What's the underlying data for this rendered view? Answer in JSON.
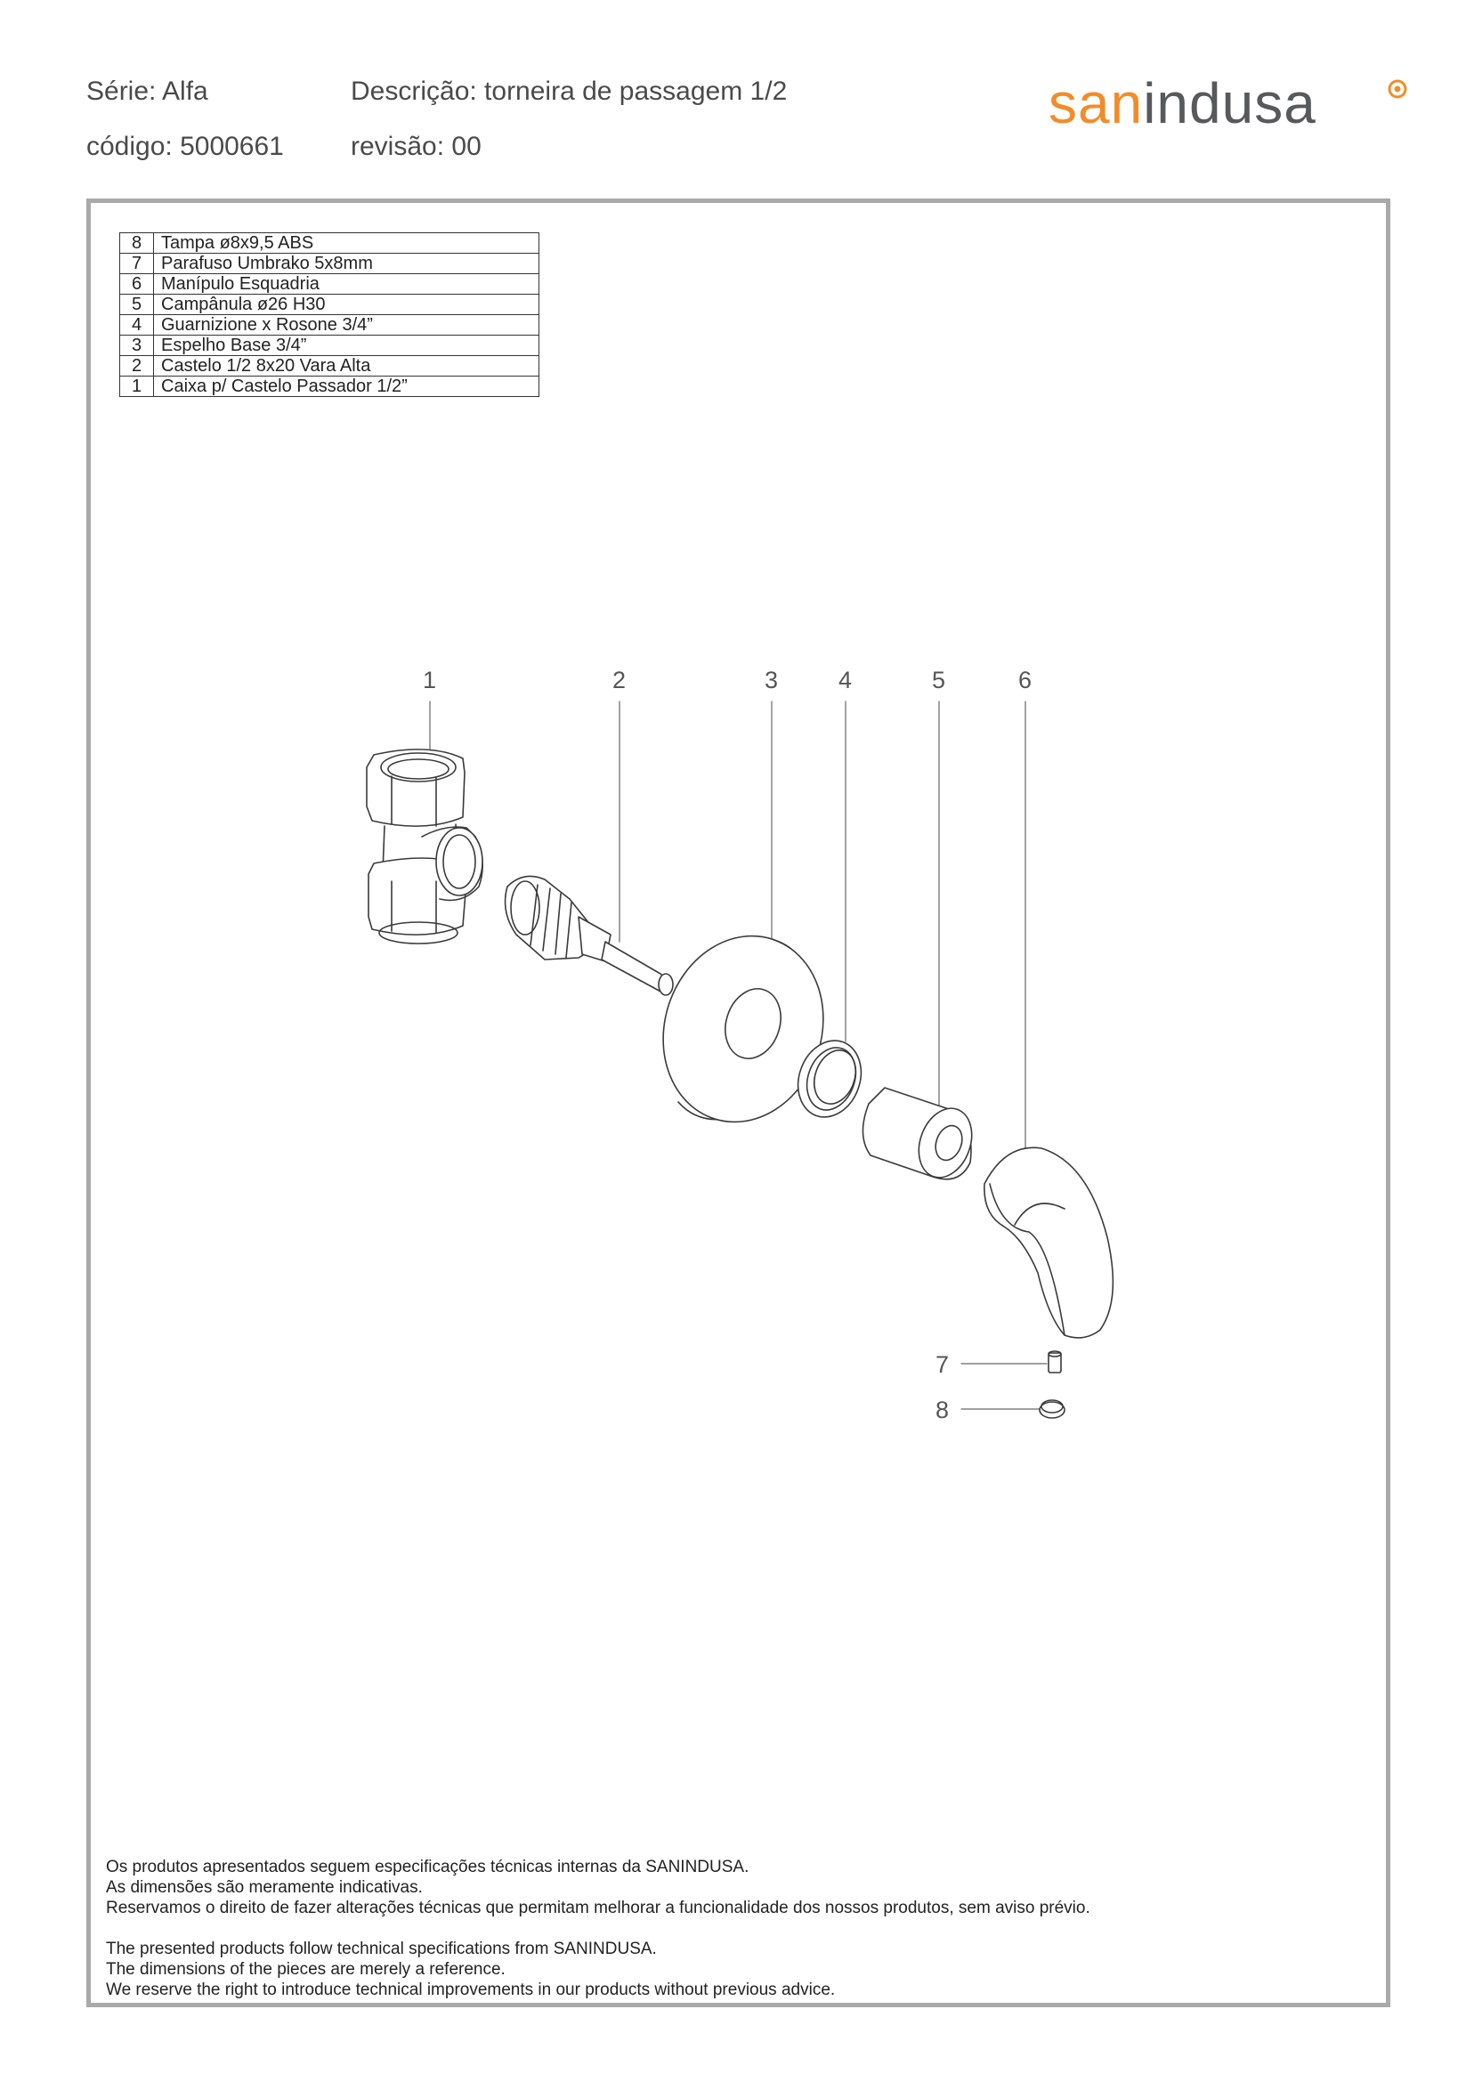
{
  "header": {
    "serie": "Série: Alfa",
    "descricao": "Descrição: torneira de passagem 1/2",
    "codigo": "código: 5000661",
    "revisao": "revisão: 00"
  },
  "brand": {
    "logo_part1": "san",
    "logo_part2": "indusa",
    "color_orange": "#f28c28",
    "color_grey": "#58595b"
  },
  "parts": [
    {
      "num": "8",
      "desc": "Tampa ø8x9,5 ABS"
    },
    {
      "num": "7",
      "desc": "Parafuso Umbrako 5x8mm"
    },
    {
      "num": "6",
      "desc": "Manípulo Esquadria"
    },
    {
      "num": "5",
      "desc": "Campânula ø26 H30"
    },
    {
      "num": "4",
      "desc": "Guarnizione x Rosone  3/4”"
    },
    {
      "num": "3",
      "desc": "Espelho Base 3/4”"
    },
    {
      "num": "2",
      "desc": "Castelo 1/2 8x20 Vara Alta"
    },
    {
      "num": "1",
      "desc": "Caixa p/ Castelo Passador 1/2”"
    }
  ],
  "callouts": {
    "c1": "1",
    "c2": "2",
    "c3": "3",
    "c4": "4",
    "c5": "5",
    "c6": "6",
    "c7": "7",
    "c8": "8"
  },
  "notes": {
    "pt1": "Os produtos apresentados seguem especificações técnicas internas da SANINDUSA.",
    "pt2": "As dimensões são meramente indicativas.",
    "pt3": "Reservamos o direito de fazer alterações técnicas que permitam melhorar a funcionalidade dos nossos produtos, sem aviso prévio.",
    "en1": "The presented products follow technical specifications from SANINDUSA.",
    "en2": "The dimensions of the pieces are merely a reference.",
    "en3": "We reserve the right to introduce technical improvements in our products without previous advice."
  }
}
